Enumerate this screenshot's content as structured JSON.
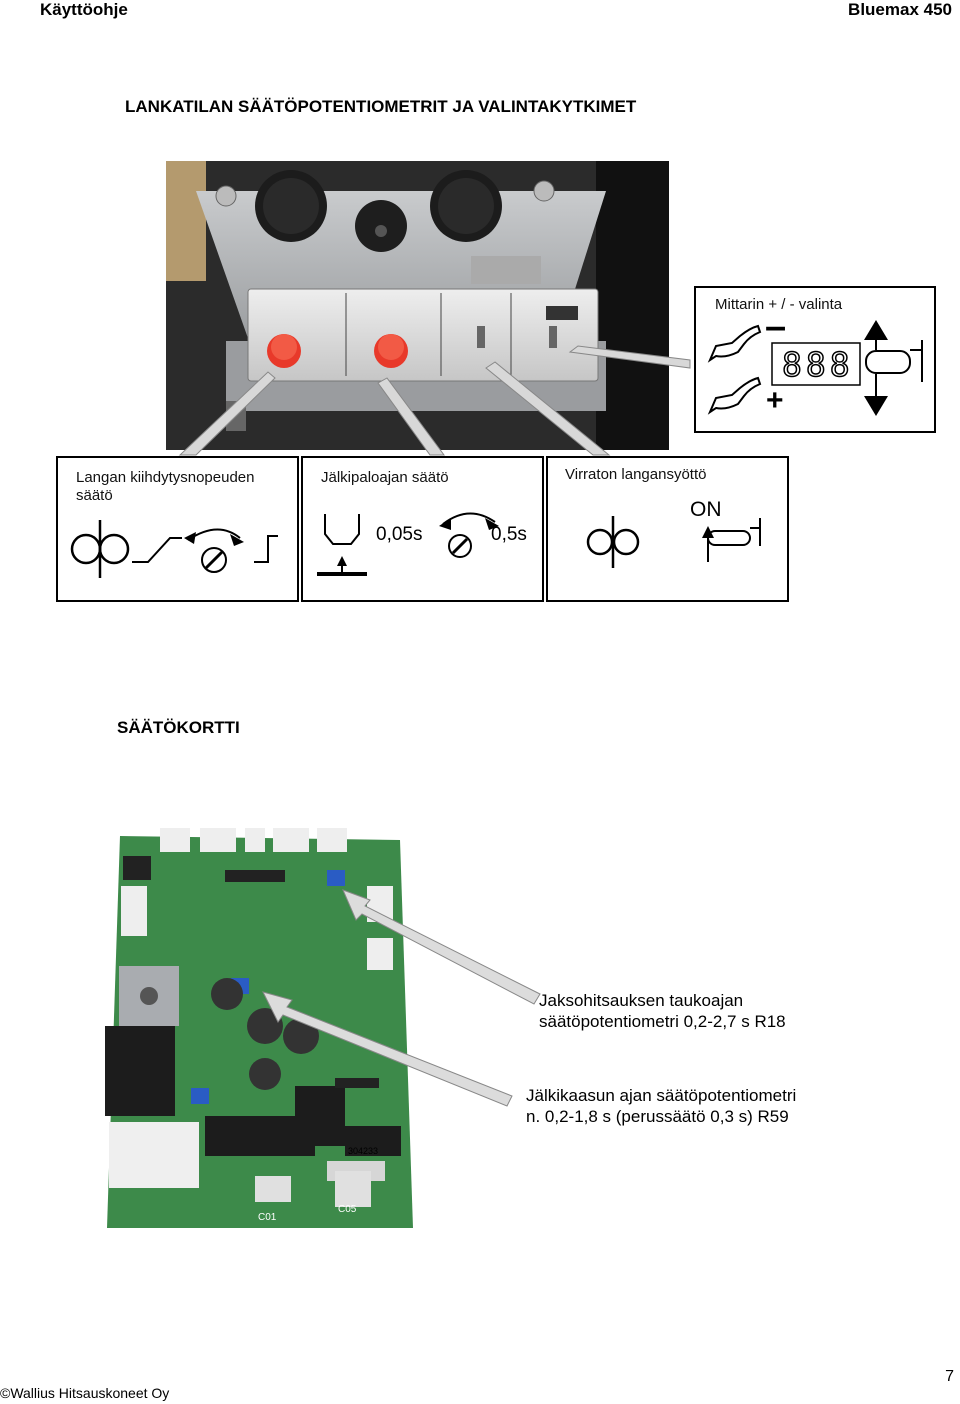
{
  "header": {
    "left": "Käyttöohje",
    "right": "Bluemax 450"
  },
  "section1": {
    "title": "LANKATILAN SÄÄTÖPOTENTIOMETRIT JA VALINTAKYTKIMET"
  },
  "meter_box": {
    "label": "Mittarin + / - valinta",
    "display": "888",
    "minus": "–",
    "plus": "+"
  },
  "panels": {
    "cooling": {
      "label_line1": "Langan kiihdytysnopeuden",
      "label_line2": "säätö"
    },
    "burnback": {
      "label": "Jälkipaloajan säätö",
      "min": "0,05s",
      "max": "0,5s"
    },
    "feed": {
      "label": "Virraton langansyöttö",
      "on": "ON"
    }
  },
  "section2": {
    "title": "SÄÄTÖKORTTI"
  },
  "callouts": {
    "r18": {
      "line1": "Jaksohitsauksen taukoajan",
      "line2": "säätöpotentiometri 0,2-2,7 s R18"
    },
    "r59": {
      "line1": "Jälkikaasun ajan säätöpotentiometri",
      "line2": "n. 0,2-1,8 s (perussäätö 0,3 s) R59"
    }
  },
  "board_labels": {
    "part_number": "304233",
    "c01": "C01",
    "c05": "C05"
  },
  "footer": {
    "left": "©Wallius Hitsauskoneet Oy",
    "page": "7"
  }
}
